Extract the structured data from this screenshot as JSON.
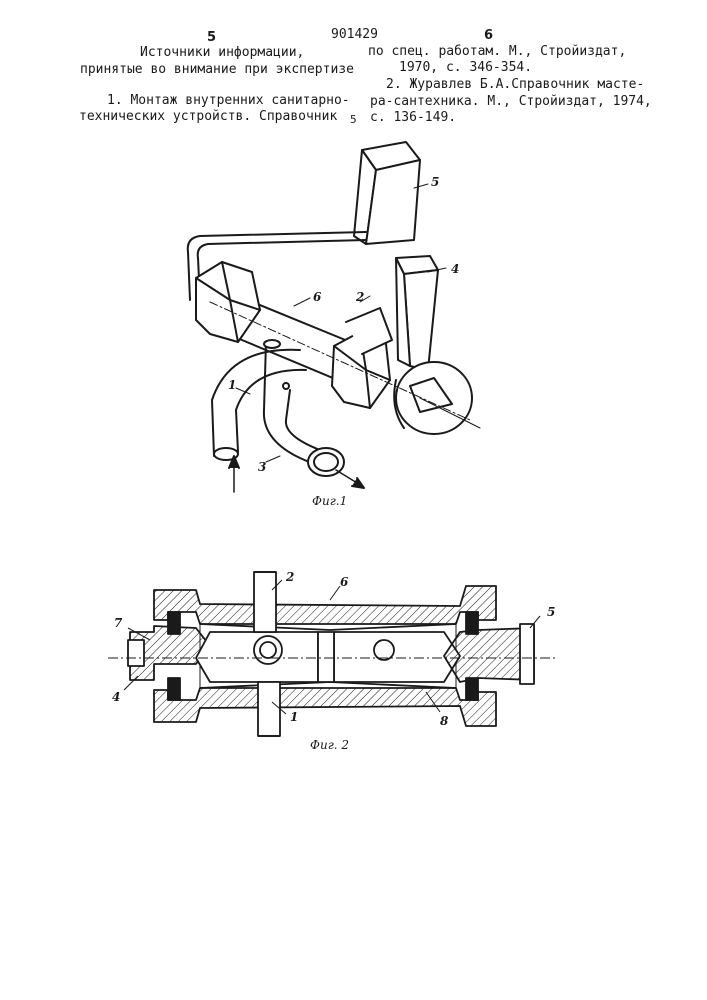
{
  "header": {
    "page_left": "5",
    "patent_no": "901429",
    "page_right": "6"
  },
  "left_column": {
    "heading_line1": "Источники информации,",
    "heading_line2": "принятые во внимание при экспертизе",
    "ref1_line1": "1. Монтаж внутренних санитарно-",
    "ref1_line2": "технических устройств. Справочник"
  },
  "line_number": "5",
  "right_column": {
    "line1": "по спец. работам. М., Стройиздат,",
    "line2": "1970, с. 346-354.",
    "line3": "2. Журавлев Б.А.Справочник масте-",
    "line4": "ра-сантехника. М., Стройиздат, 1974,",
    "line5": "с. 136-149."
  },
  "figure1": {
    "caption": "Фиг.1",
    "labels": {
      "l1": "1",
      "l2": "2",
      "l3": "3",
      "l4": "4",
      "l5": "5",
      "l6": "6"
    }
  },
  "figure2": {
    "caption": "Фиг. 2",
    "labels": {
      "l1": "1",
      "l2": "2",
      "l4": "4",
      "l5": "5",
      "l6": "6",
      "l7": "7",
      "l8": "8"
    }
  }
}
